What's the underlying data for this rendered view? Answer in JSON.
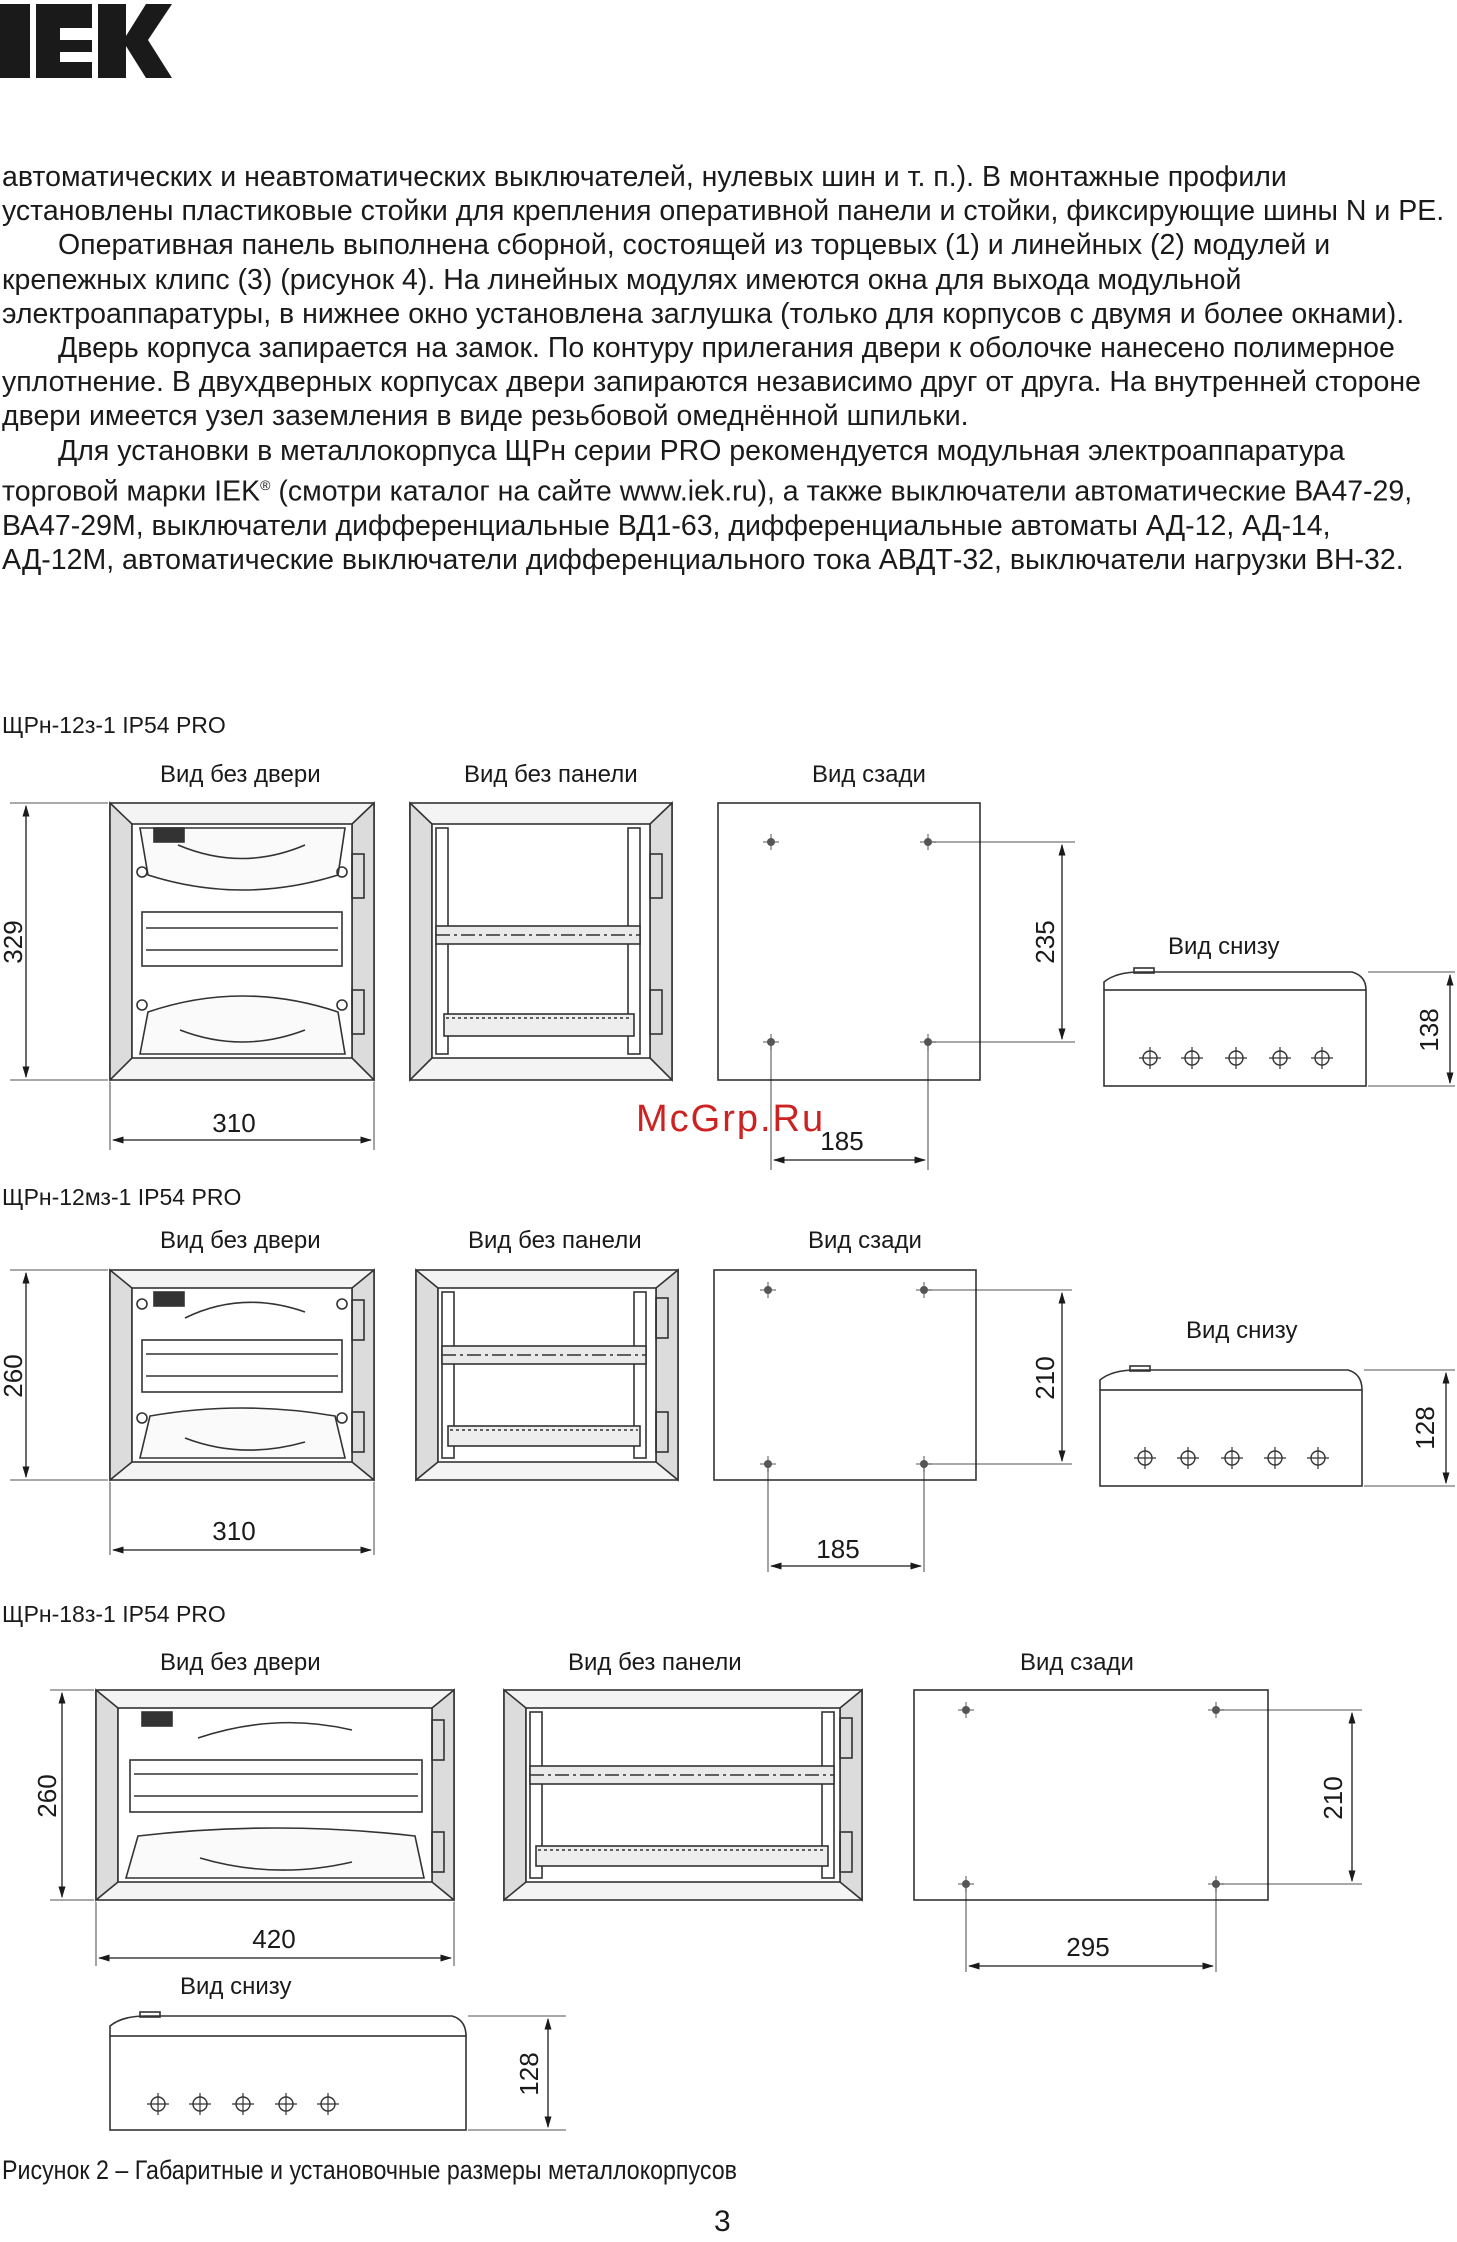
{
  "header": {
    "logo_text": "IEK"
  },
  "body": {
    "p1": "автоматических и неавтоматических выключателей, нулевых шин и т. п.). В монтажные профили установлены пластиковые стойки для крепления оперативной панели и стойки, фиксирующие шины N и PE.",
    "p2": "Оперативная панель выполнена сборной, состоящей из торцевых (1) и линейных (2) модулей и крепежных клипс (3) (рисунок 4). На линейных модулях имеются окна для выхода модульной электроаппаратуры, в нижнее окно установлена заглушка (только для корпусов с двумя и более окнами).",
    "p3": "Дверь корпуса запирается на замок. По контуру прилегания двери к оболочке нанесено полимерное уплотнение. В двухдверных корпусах двери запираются независимо друг от друга. На внутренней стороне двери имеется узел заземления в виде резьбовой омеднённой шпильки.",
    "p4a": "Для установки в металлокорпуса ЩРн серии PRO рекомендуется модульная электроаппаратура торговой марки IEK",
    "p4_sup": "®",
    "p4b": " (смотри каталог на сайте www.iek.ru), а также выключатели автоматические ВА47-29, ВА47-29М, выключатели дифференциальные ВД1-63, дифференциальные автоматы АД-12, АД-14, АД-12М, автоматические выключатели дифференциального тока АВДТ-32, выключатели нагрузки ВН-32."
  },
  "figures": {
    "f1": {
      "title": "ЩРн-12з-1 IP54 PRO",
      "v1": "Вид без двери",
      "v2": "Вид без панели",
      "v3": "Вид сзади",
      "v4": "Вид снизу",
      "h": "329",
      "w": "310",
      "rh": "235",
      "rw": "185",
      "d": "138"
    },
    "f2": {
      "title": "ЩРн-12мз-1 IP54 PRO",
      "v1": "Вид без двери",
      "v2": "Вид без панели",
      "v3": "Вид сзади",
      "v4": "Вид снизу",
      "h": "260",
      "w": "310",
      "rh": "210",
      "rw": "185",
      "d": "128"
    },
    "f3": {
      "title": "ЩРн-18з-1 IP54 PRO",
      "v1": "Вид без двери",
      "v2": "Вид без панели",
      "v3": "Вид сзади",
      "v4": "Вид снизу",
      "h": "260",
      "w": "420",
      "rh": "210",
      "rw": "295",
      "d": "128"
    }
  },
  "caption": "Рисунок 2 – Габаритные и установочные размеры металлокорпусов",
  "page_number": "3",
  "watermark": "McGrp.Ru"
}
